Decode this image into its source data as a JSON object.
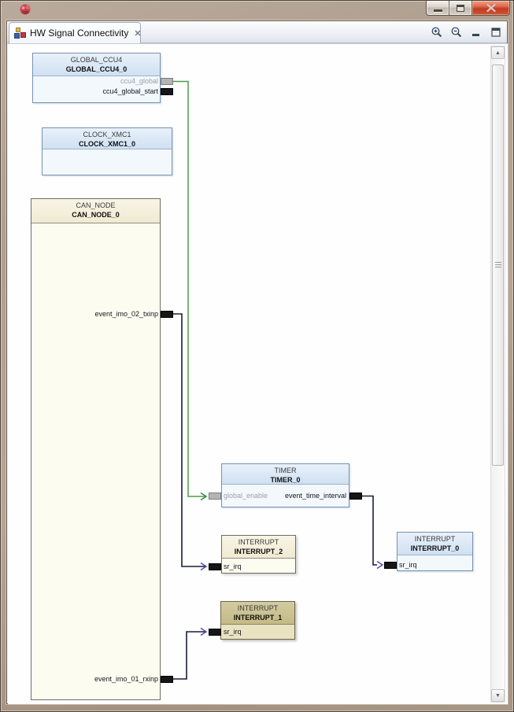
{
  "window": {
    "controls": {
      "minimize": "minimize",
      "maximize": "maximize",
      "close": "close"
    }
  },
  "view": {
    "tab_label": "HW Signal Connectivity",
    "tab_close_glyph": "✕",
    "toolbar_icons": [
      "zoom-in",
      "zoom-out",
      "minimize-view",
      "maximize-view"
    ]
  },
  "blocks": {
    "global_ccu4": {
      "type": "GLOBAL_CCU4",
      "instance": "GLOBAL_CCU4_0",
      "pins": [
        {
          "label": "ccu4_global",
          "style": "gray",
          "side": "right"
        },
        {
          "label": "ccu4_global_start",
          "style": "black",
          "side": "right"
        }
      ]
    },
    "clock_xmc1": {
      "type": "CLOCK_XMC1",
      "instance": "CLOCK_XMC1_0",
      "pins": []
    },
    "can_node": {
      "type": "CAN_NODE",
      "instance": "CAN_NODE_0",
      "pins": [
        {
          "label": "event_imo_02_txinp",
          "style": "black",
          "side": "right"
        },
        {
          "label": "event_imo_01_rxinp",
          "style": "black",
          "side": "right"
        }
      ]
    },
    "timer": {
      "type": "TIMER",
      "instance": "TIMER_0",
      "pins": [
        {
          "label": "global_enable",
          "style": "gray",
          "side": "left"
        },
        {
          "label": "event_time_interval",
          "style": "black",
          "side": "right"
        }
      ]
    },
    "interrupt_2": {
      "type": "INTERRUPT",
      "instance": "INTERRUPT_2",
      "pins": [
        {
          "label": "sr_irq",
          "style": "black",
          "side": "left"
        }
      ]
    },
    "interrupt_0": {
      "type": "INTERRUPT",
      "instance": "INTERRUPT_0",
      "pins": [
        {
          "label": "sr_irq",
          "style": "black",
          "side": "left"
        }
      ]
    },
    "interrupt_1": {
      "type": "INTERRUPT",
      "instance": "INTERRUPT_1",
      "pins": [
        {
          "label": "sr_irq",
          "style": "black",
          "side": "left"
        }
      ]
    }
  },
  "connections": [
    {
      "from": "GLOBAL_CCU4_0.ccu4_global",
      "to": "TIMER_0.global_enable",
      "color": "#4e9b50"
    },
    {
      "from": "CAN_NODE_0.event_imo_02_txinp",
      "to": "INTERRUPT_2.sr_irq",
      "color": "#1c1d3a"
    },
    {
      "from": "TIMER_0.event_time_interval",
      "to": "INTERRUPT_0.sr_irq",
      "color": "#1c1d3a"
    },
    {
      "from": "CAN_NODE_0.event_imo_01_rxinp",
      "to": "INTERRUPT_1.sr_irq",
      "color": "#1c1d3a"
    }
  ],
  "scrollbar": {
    "up_glyph": "▲",
    "down_glyph": "▼"
  },
  "colors": {
    "wire_green": "#4e9b50",
    "wire_dark": "#1c1d3a",
    "arrow_purple": "#4d4da6",
    "arrow_green": "#2e8b34",
    "blue_header": "#d9e7f6",
    "cream_header": "#f6f1dd",
    "selected_header": "#cbc28e",
    "close_button_red": "#c13b22",
    "frame_tan": "#b0a091"
  }
}
